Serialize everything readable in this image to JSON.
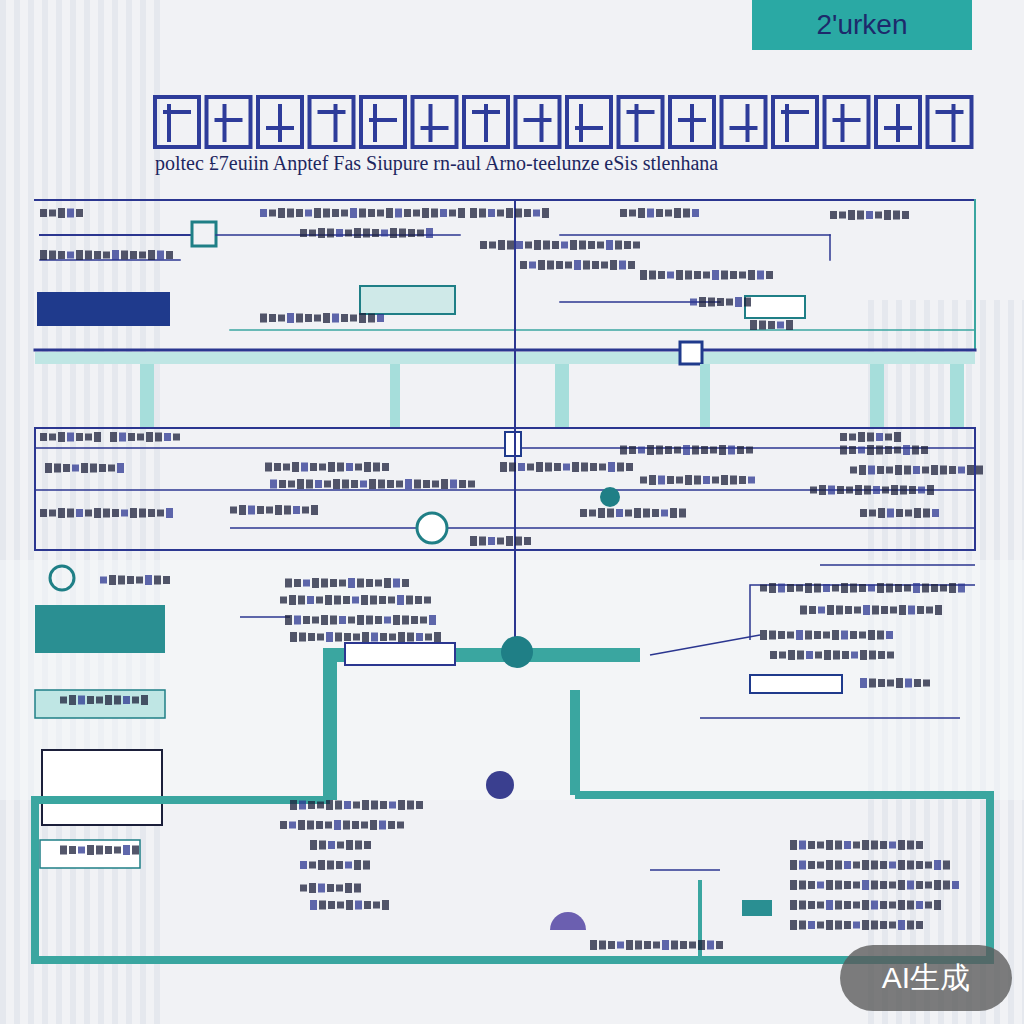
{
  "diagram": {
    "nodes": [
      {
        "text": [
          "2'urken"
        ]
      },
      {
        "text": [
          "AI生成"
        ]
      }
    ],
    "labels": [
      "poltec £7euiin Anptef Fas Siupure rn-aul Arno-teelunze eSis stlenhana"
    ]
  }
}
